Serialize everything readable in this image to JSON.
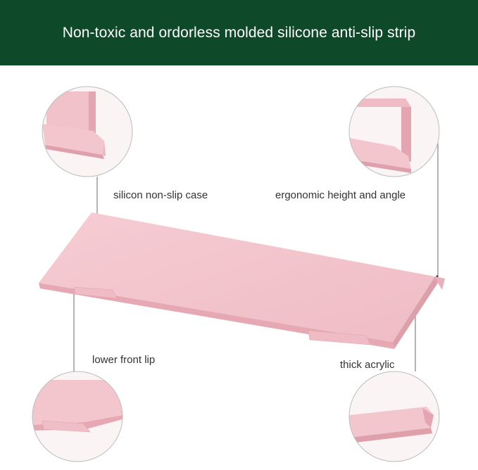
{
  "banner": {
    "title": "Non-toxic and ordorless molded silicone anti-slip strip",
    "background": "#0e4a2a"
  },
  "product_color": "#f2c4cb",
  "labels": {
    "top_left": "silicon non-slip case",
    "top_right": "ergonomic height and angle",
    "bottom_left": "lower front lip",
    "bottom_right": "thick acrylic"
  }
}
